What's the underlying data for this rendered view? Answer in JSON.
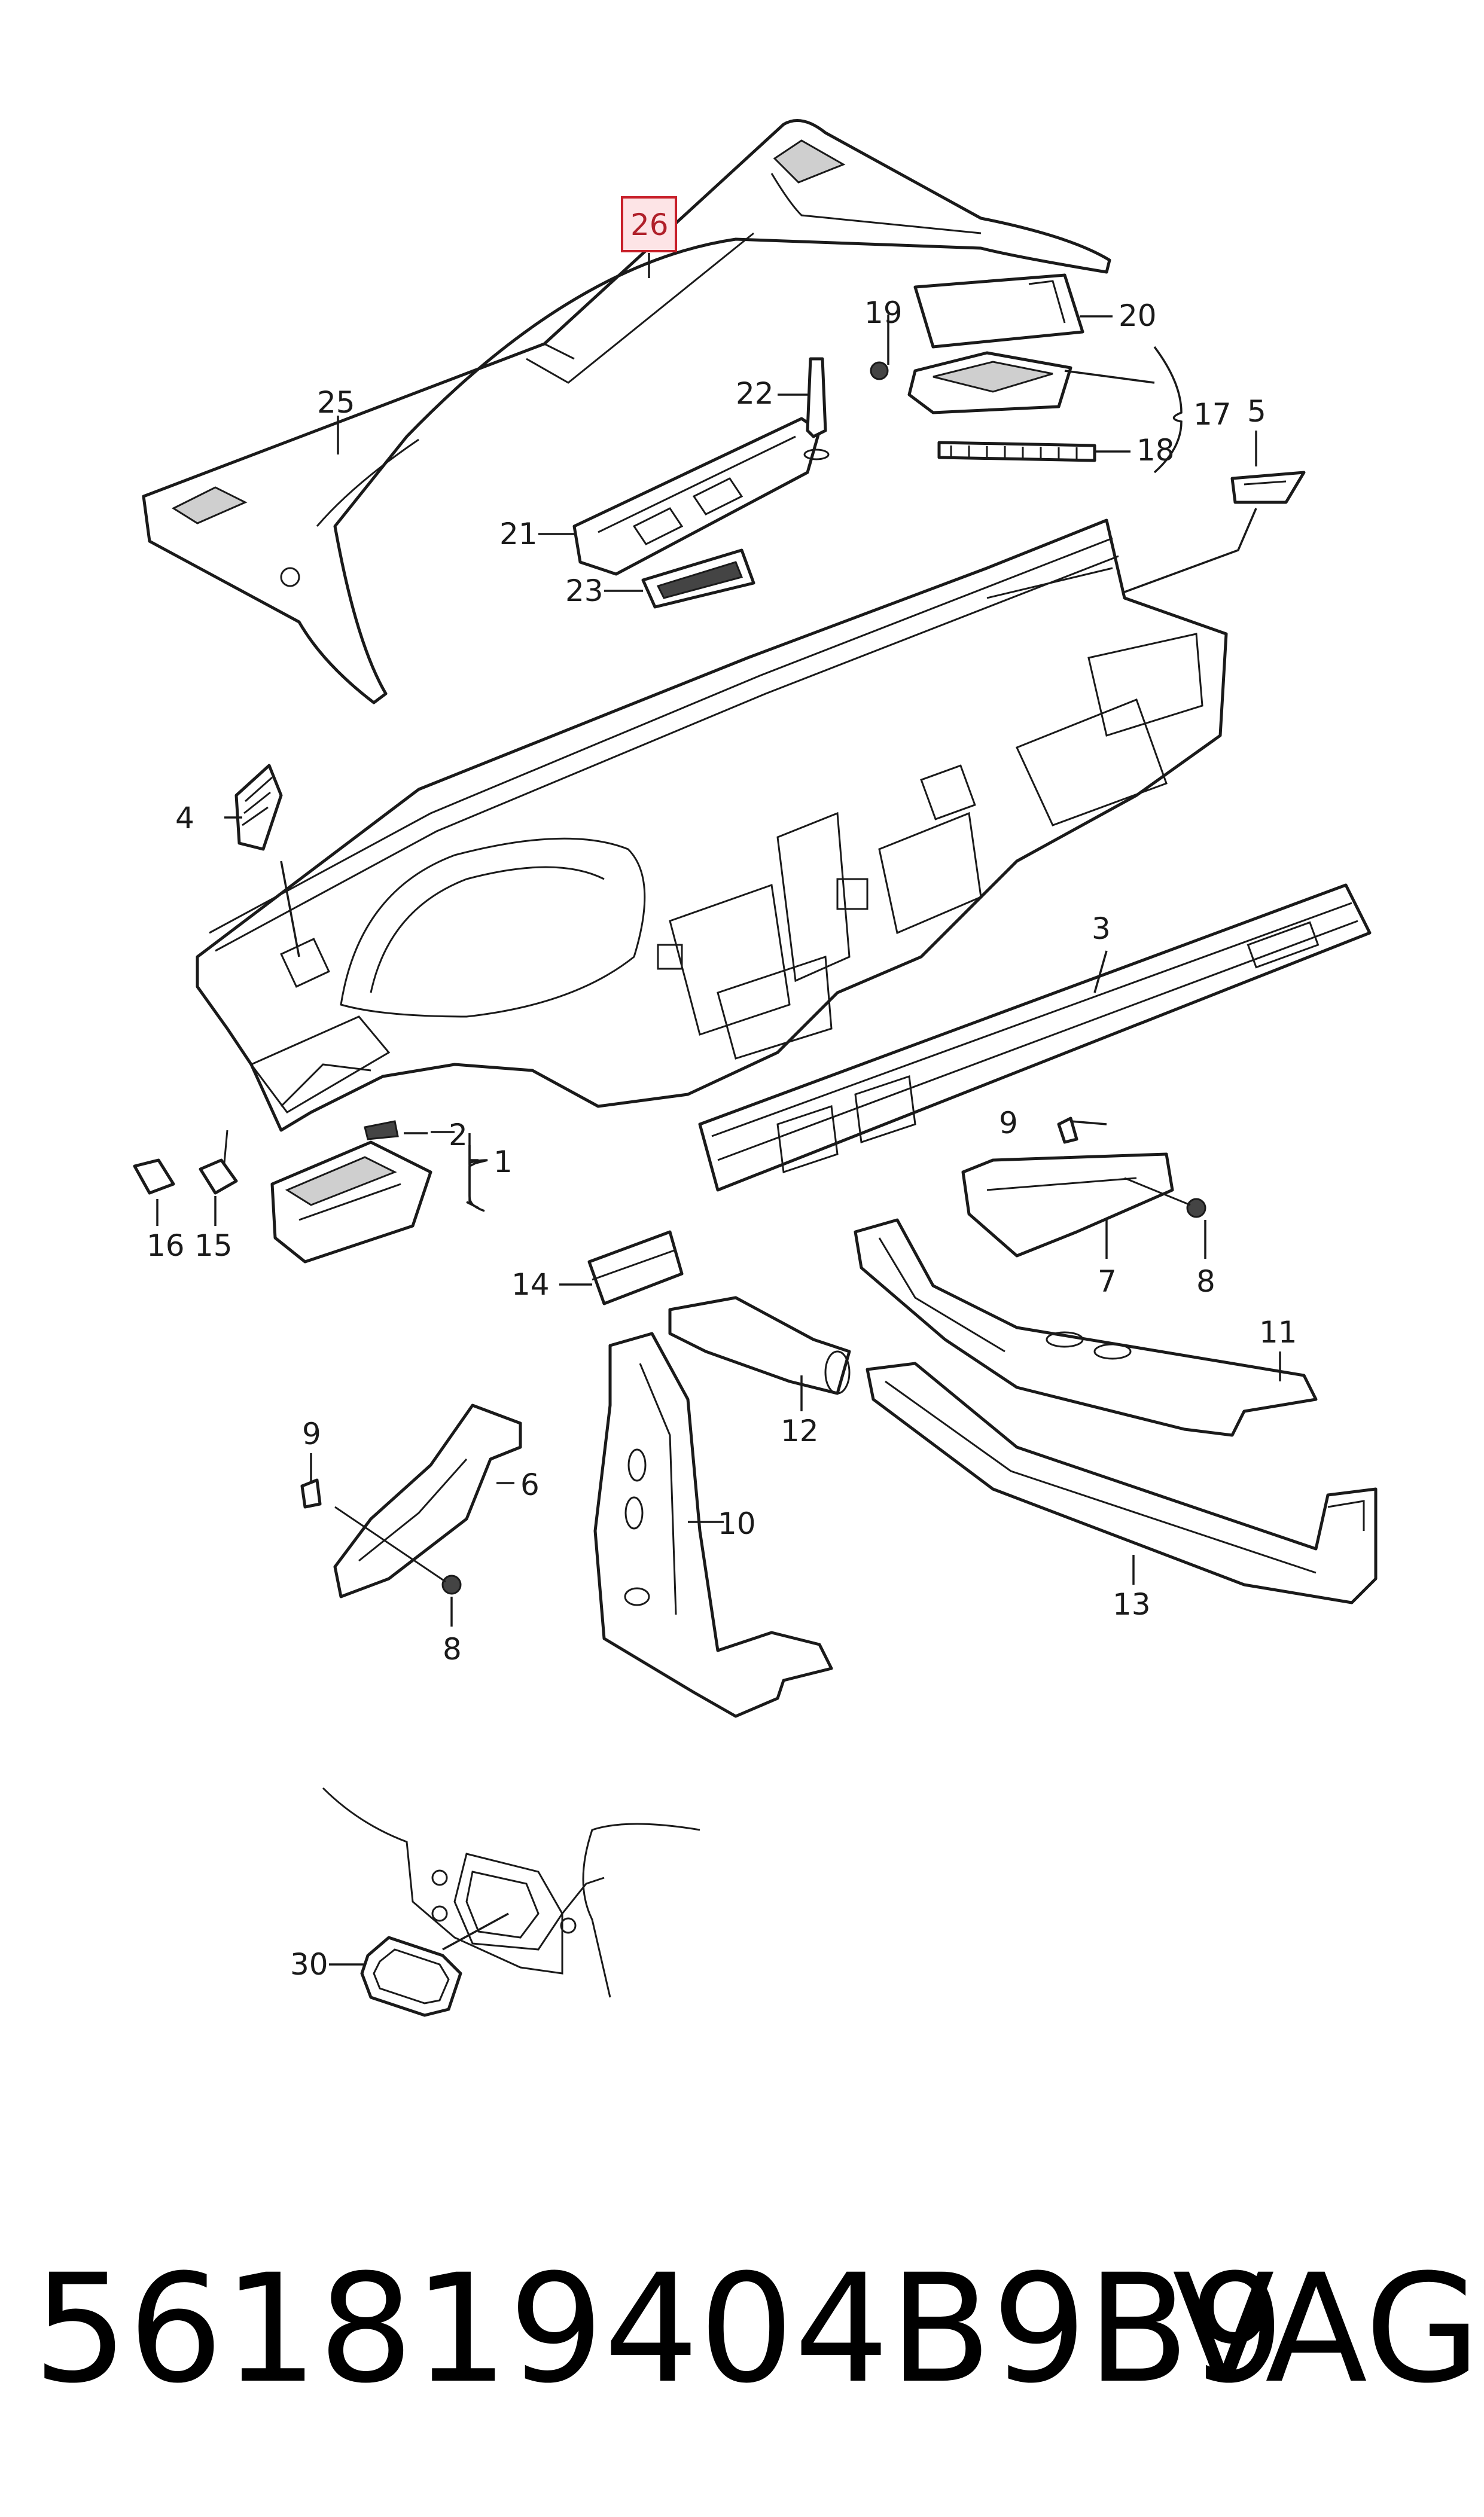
{
  "diagram": {
    "callouts": [
      {
        "id": "c1",
        "text": "1"
      },
      {
        "id": "c2",
        "text": "2"
      },
      {
        "id": "c3",
        "text": "3"
      },
      {
        "id": "c4",
        "text": "4"
      },
      {
        "id": "c5",
        "text": "5"
      },
      {
        "id": "c6",
        "text": "6"
      },
      {
        "id": "c7",
        "text": "7"
      },
      {
        "id": "c8a",
        "text": "8"
      },
      {
        "id": "c8b",
        "text": "8"
      },
      {
        "id": "c9a",
        "text": "9"
      },
      {
        "id": "c9b",
        "text": "9"
      },
      {
        "id": "c10",
        "text": "10"
      },
      {
        "id": "c11",
        "text": "11"
      },
      {
        "id": "c12",
        "text": "12"
      },
      {
        "id": "c13",
        "text": "13"
      },
      {
        "id": "c14",
        "text": "14"
      },
      {
        "id": "c15",
        "text": "15"
      },
      {
        "id": "c16",
        "text": "16"
      },
      {
        "id": "c17",
        "text": "17"
      },
      {
        "id": "c18",
        "text": "18"
      },
      {
        "id": "c19",
        "text": "19"
      },
      {
        "id": "c20",
        "text": "20"
      },
      {
        "id": "c21",
        "text": "21"
      },
      {
        "id": "c22",
        "text": "22"
      },
      {
        "id": "c23",
        "text": "23"
      },
      {
        "id": "c25",
        "text": "25"
      },
      {
        "id": "c26",
        "text": "26",
        "highlighted": true
      },
      {
        "id": "c30",
        "text": "30"
      }
    ],
    "highlight_color": "#c8202a",
    "highlight_fill": "#fde4e6"
  },
  "footer": {
    "part_number": "561819404B9B9",
    "brand": "VAG"
  }
}
